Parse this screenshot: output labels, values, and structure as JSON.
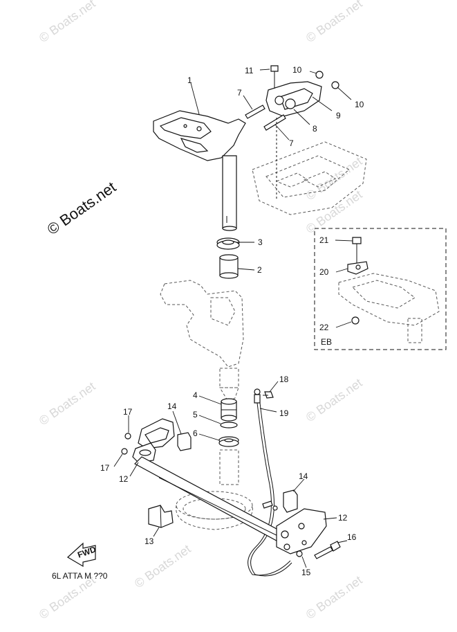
{
  "watermarks": [
    "© Boats.net",
    "© Boats.net",
    "© Boats.net",
    "© Boats.net",
    "© Boats.net",
    "© Boats.net",
    "© Boats.net",
    "© Boats.net",
    "© Boats.net"
  ],
  "main_watermark": "© Boats.net",
  "part_labels": {
    "p1": "1",
    "p2": "2",
    "p3": "3",
    "p4": "4",
    "p5": "5",
    "p6": "6",
    "p7a": "7",
    "p7b": "7",
    "p8": "8",
    "p9": "9",
    "p10a": "10",
    "p10b": "10",
    "p11": "11",
    "p12a": "12",
    "p12b": "12",
    "p13": "13",
    "p14a": "14",
    "p14b": "14",
    "p15": "15",
    "p16": "16",
    "p17a": "17",
    "p17b": "17",
    "p18": "18",
    "p19": "19",
    "p20": "20",
    "p21": "21",
    "p22": "22"
  },
  "inset_label": "EB",
  "fwd_label": "FWD",
  "footer_code": "6L ATTA M ??0"
}
